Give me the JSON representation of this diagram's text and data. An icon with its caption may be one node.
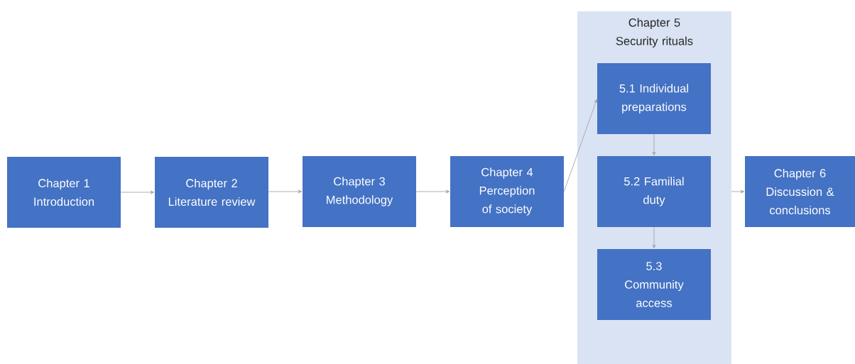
{
  "diagram": {
    "nodes": [
      {
        "text": [
          "Chapter 1 Introduction"
        ]
      },
      {
        "text": [
          "Chapter 2 Literature review"
        ]
      },
      {
        "text": [
          "Chapter 3 Methodology"
        ]
      },
      {
        "text": [
          "Chapter 4 Perception of society"
        ]
      },
      {
        "text": [
          "Chapter 5 Security rituals"
        ]
      },
      {
        "text": [
          "5.1 Individual preparations"
        ],
        "in": 4
      },
      {
        "text": [
          "5.2 Familial duty"
        ],
        "in": 4
      },
      {
        "text": [
          "5.3 Community access"
        ],
        "in": 4
      },
      {
        "text": [
          "Chapter 6 Discussion & conclusions"
        ]
      }
    ],
    "edges": [
      {
        "from": 0,
        "to": 1,
        "arrow": "to"
      },
      {
        "from": 1,
        "to": 2,
        "arrow": "to"
      },
      {
        "from": 2,
        "to": 3,
        "arrow": "to"
      },
      {
        "from": 3,
        "to": 5,
        "arrow": "to"
      },
      {
        "from": 5,
        "to": 6,
        "arrow": "to"
      },
      {
        "from": 6,
        "to": 7,
        "arrow": "to"
      },
      {
        "from": 4,
        "to": 8,
        "arrow": "to"
      }
    ]
  }
}
